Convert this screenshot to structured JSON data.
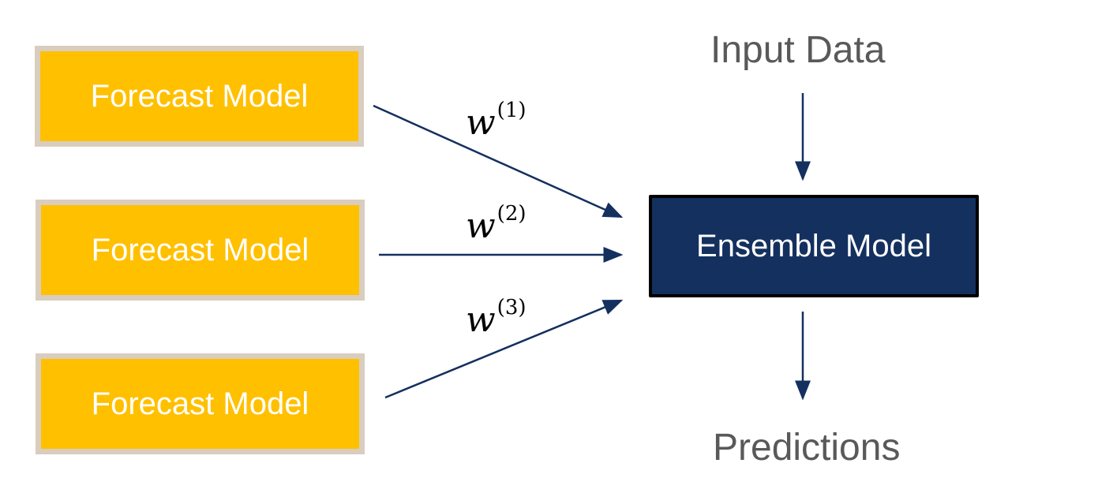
{
  "forecast_models": [
    {
      "label": "Forecast Model"
    },
    {
      "label": "Forecast Model"
    },
    {
      "label": "Forecast Model"
    }
  ],
  "weights": [
    {
      "symbol": "w",
      "superscript": "(1)"
    },
    {
      "symbol": "w",
      "superscript": "(2)"
    },
    {
      "symbol": "w",
      "superscript": "(3)"
    }
  ],
  "ensemble": {
    "label": "Ensemble Model"
  },
  "input": {
    "label": "Input Data"
  },
  "output": {
    "label": "Predictions"
  },
  "colors": {
    "forecast_fill": "#ffc000",
    "forecast_border": "#d9cdbf",
    "ensemble_fill": "#14305f",
    "arrow": "#14305f",
    "label_text": "#595959"
  }
}
